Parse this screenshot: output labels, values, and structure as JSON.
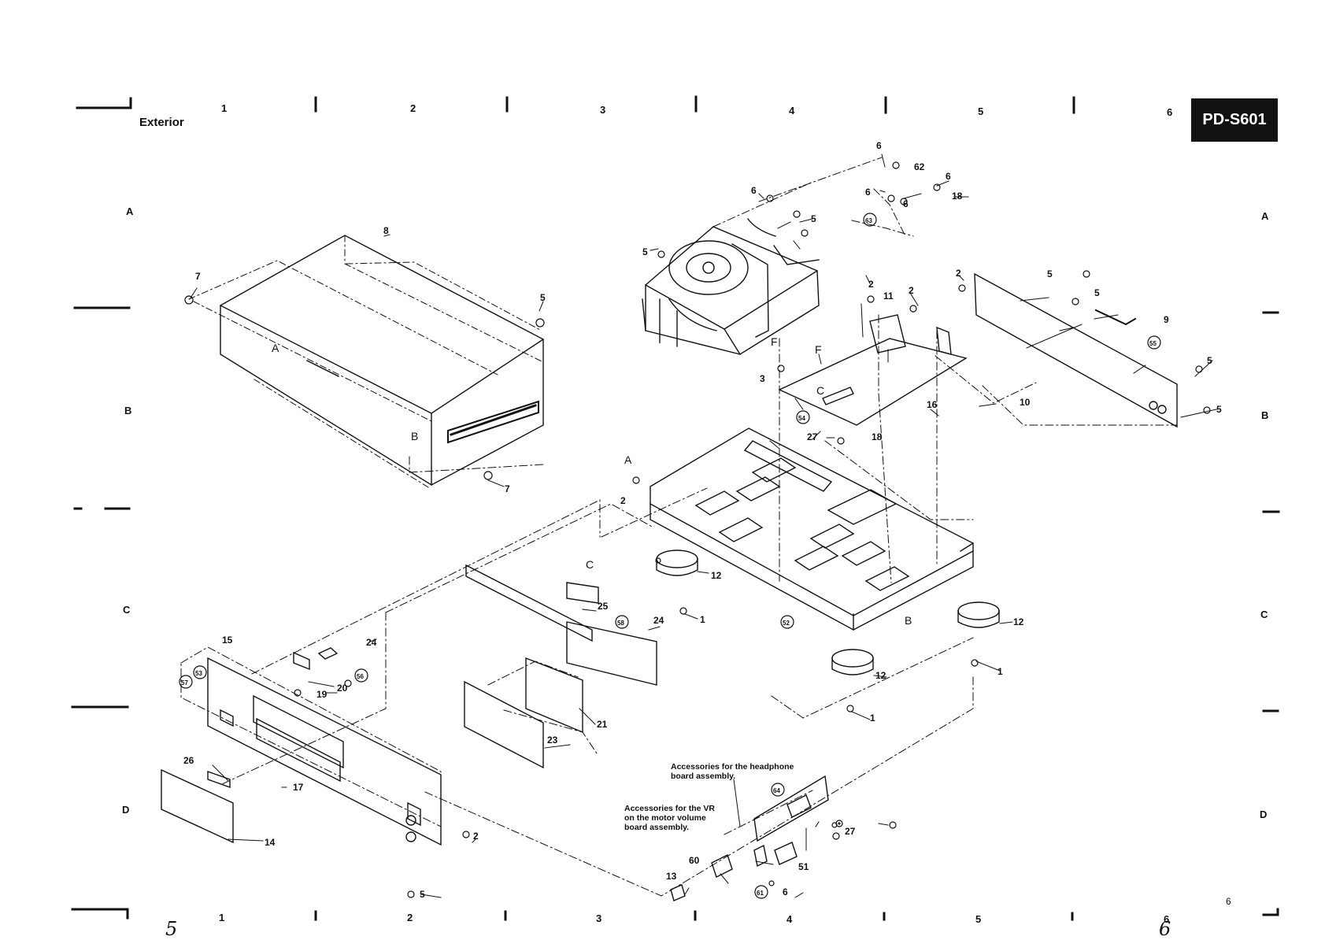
{
  "header": {
    "model": "PD-S601",
    "section": "Exterior"
  },
  "grid": {
    "columns": [
      "1",
      "2",
      "3",
      "4",
      "5",
      "6"
    ],
    "rows": [
      "A",
      "B",
      "C",
      "D"
    ]
  },
  "footer": {
    "left_page": "5",
    "right_page": "6",
    "small_num": "6"
  },
  "notes": {
    "headphone_line1": "Accessories for the headphone",
    "headphone_line2": "board assembly.",
    "vr_line1": "Accessories for the VR",
    "vr_line2": "on the motor volume",
    "vr_line3": "board assembly."
  },
  "parts": {
    "p1": "1",
    "p2": "2",
    "p3": "3",
    "p5": "5",
    "p6": "6",
    "p7": "7",
    "p8": "8",
    "p9": "9",
    "p10": "10",
    "p11": "11",
    "p12": "12",
    "p13": "13",
    "p14": "14",
    "p15": "15",
    "p16": "16",
    "p17": "17",
    "p18": "18",
    "p19": "19",
    "p20": "20",
    "p21": "21",
    "p23": "23",
    "p24": "24",
    "p25": "25",
    "p26": "26",
    "p27": "27",
    "p51": "51",
    "p52": "52",
    "p53": "53",
    "p54": "54",
    "p55": "55",
    "p56": "56",
    "p57": "57",
    "p58": "58",
    "p60": "60",
    "p61": "61",
    "p62": "62",
    "p63": "63",
    "p64": "64"
  },
  "connectors": {
    "a": "A",
    "b": "B",
    "c": "C",
    "f": "F"
  }
}
